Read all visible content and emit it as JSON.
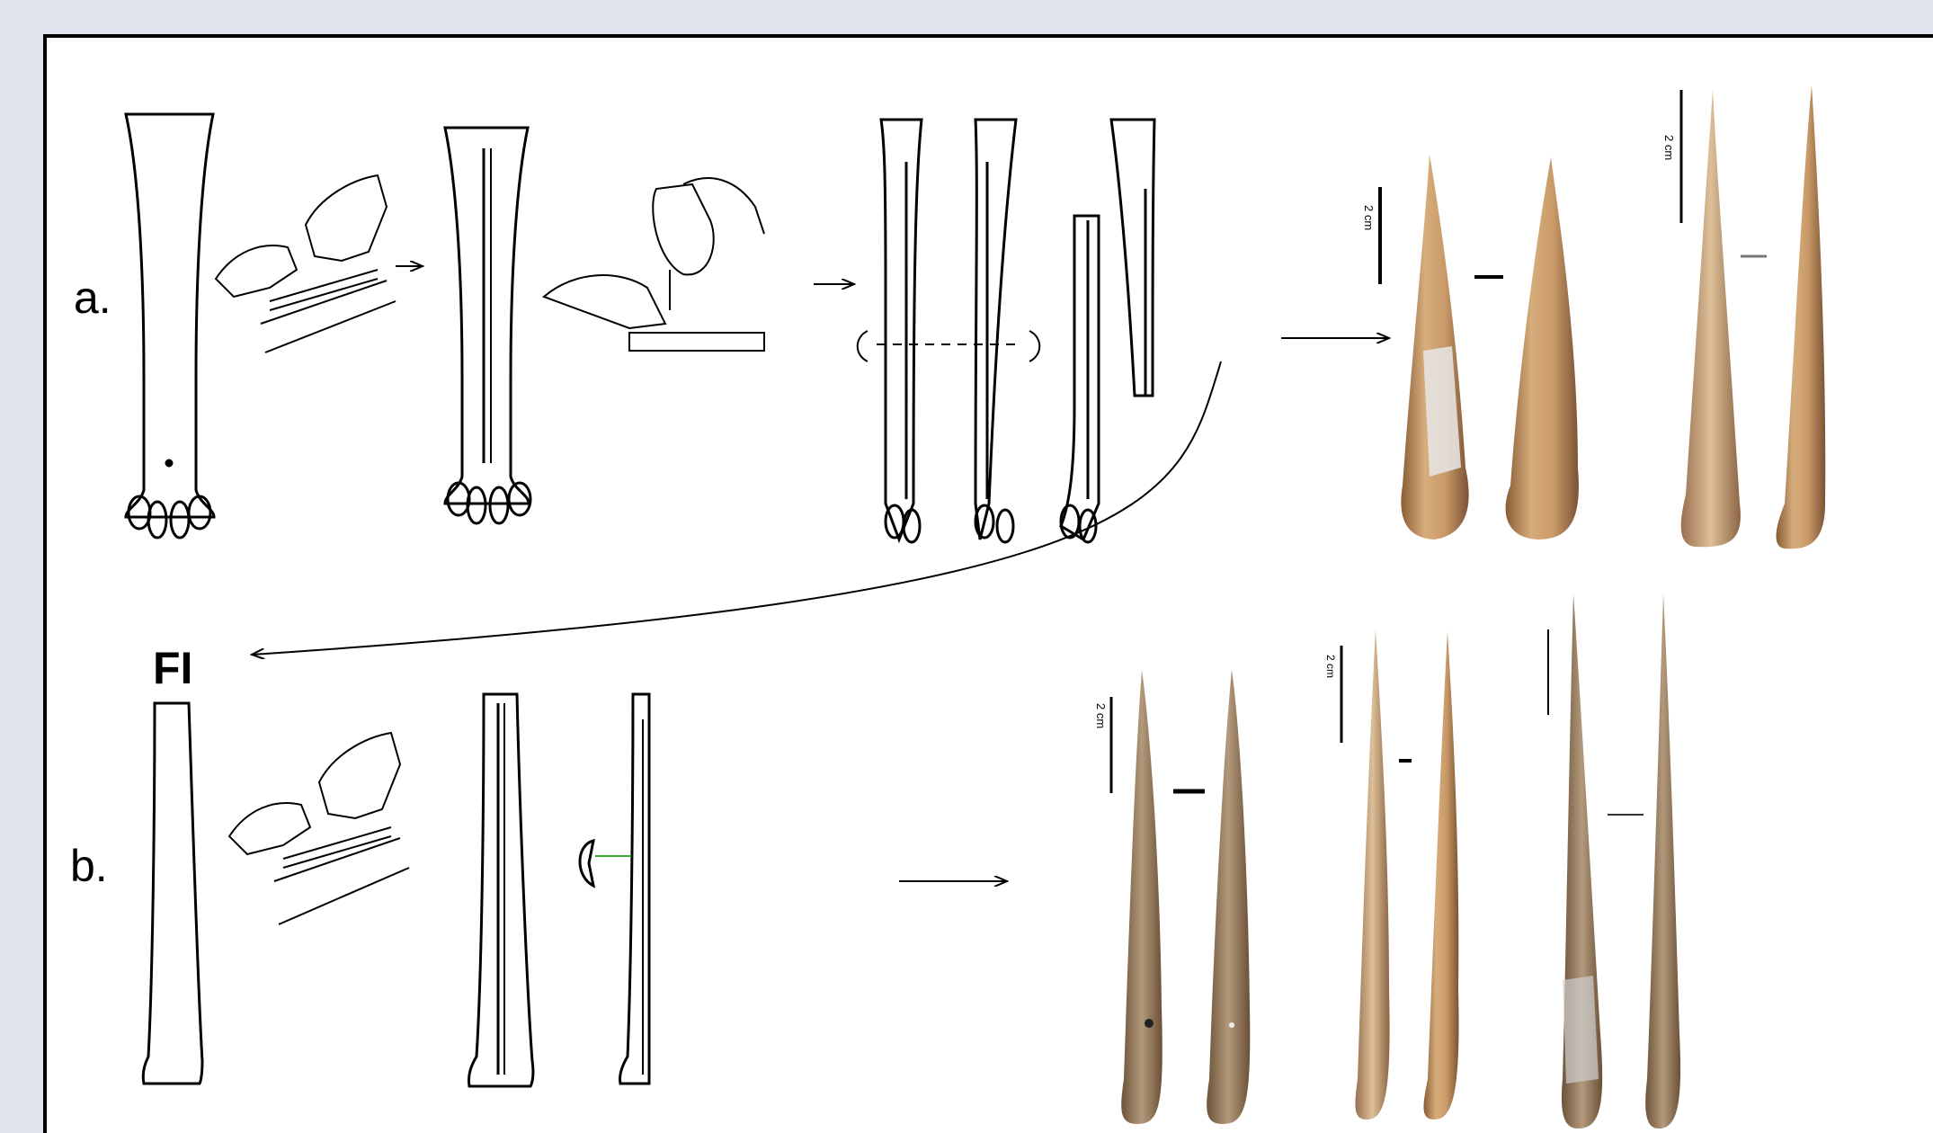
{
  "panel_a": {
    "label": "a."
  },
  "panel_b": {
    "label": "b."
  },
  "fl_label": "FI",
  "scale_label": "2 cm",
  "colors": {
    "background": "#dfe3ee",
    "bone_light": "#d7ad7c",
    "bone_mid": "#b98757",
    "bone_dark": "#7a5233",
    "ink": "#000000",
    "guide": "#2faa2f"
  }
}
